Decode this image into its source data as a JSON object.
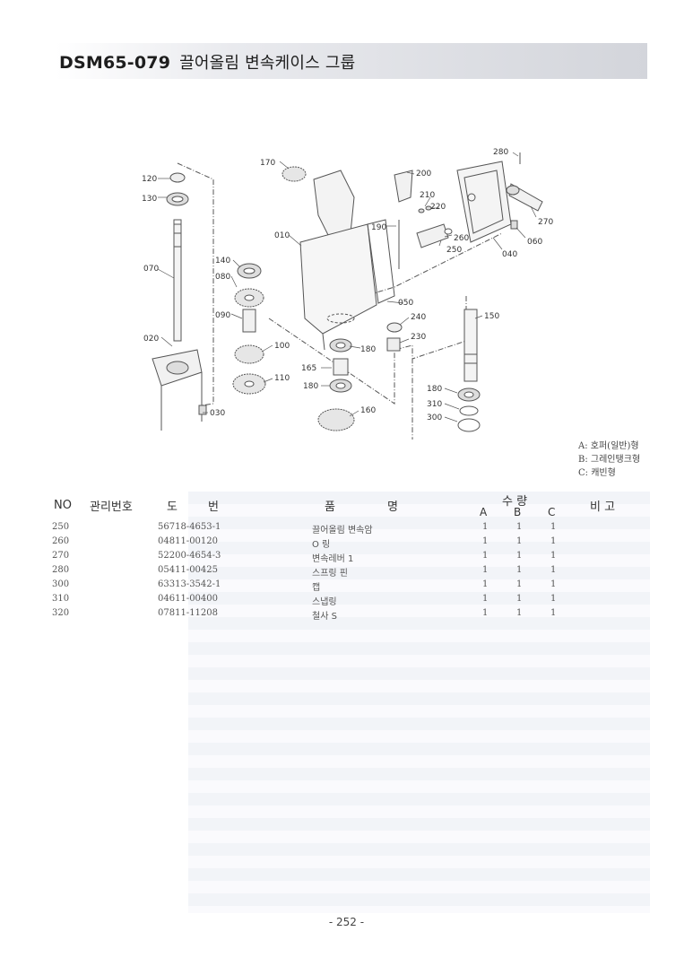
{
  "header": {
    "code": "DSM65-079",
    "title": "끌어올림 변속케이스 그룹"
  },
  "diagram_labels": {
    "l280": "280",
    "l170": "170",
    "l200": "200",
    "l120": "120",
    "l130": "130",
    "l210": "210",
    "l220": "220",
    "l270": "270",
    "l190": "190",
    "l260": "260",
    "l010": "010",
    "l060": "060",
    "l250": "250",
    "l040": "040",
    "l140": "140",
    "l080": "080",
    "l070": "070",
    "l050": "050",
    "l090": "090",
    "l240": "240",
    "l150": "150",
    "l230": "230",
    "l020": "020",
    "l100": "100",
    "l180a": "180",
    "l165": "165",
    "l110": "110",
    "l180b": "180",
    "l180c": "180",
    "l310": "310",
    "l300": "300",
    "l160": "160",
    "l030": "030"
  },
  "legend": {
    "a": "A: 호퍼(일반)형",
    "b": "B: 그레인탱크형",
    "c": "C: 캐빈형"
  },
  "table": {
    "headers": {
      "no": "NO",
      "mgmt": "관리번호",
      "drawing_1": "도",
      "drawing_2": "번",
      "part_1": "품",
      "part_2": "명",
      "qty": "수 량",
      "qty_a": "A",
      "qty_b": "B",
      "qty_c": "C",
      "remarks": "비 고"
    },
    "rows": [
      {
        "no": "250",
        "part_no": "56718-4653-1",
        "name": "끌어올림 변속암",
        "a": "1",
        "b": "1",
        "c": "1"
      },
      {
        "no": "260",
        "part_no": "04811-00120",
        "name": "O 링",
        "a": "1",
        "b": "1",
        "c": "1"
      },
      {
        "no": "270",
        "part_no": "52200-4654-3",
        "name": "변속레버 1",
        "a": "1",
        "b": "1",
        "c": "1"
      },
      {
        "no": "280",
        "part_no": "05411-00425",
        "name": "스프링 핀",
        "a": "1",
        "b": "1",
        "c": "1"
      },
      {
        "no": "300",
        "part_no": "63313-3542-1",
        "name": "캡",
        "a": "1",
        "b": "1",
        "c": "1"
      },
      {
        "no": "310",
        "part_no": "04611-00400",
        "name": "스냅링",
        "a": "1",
        "b": "1",
        "c": "1"
      },
      {
        "no": "320",
        "part_no": "07811-11208",
        "name": "철사 S",
        "a": "1",
        "b": "1",
        "c": "1"
      }
    ]
  },
  "page_number": "- 252 -"
}
